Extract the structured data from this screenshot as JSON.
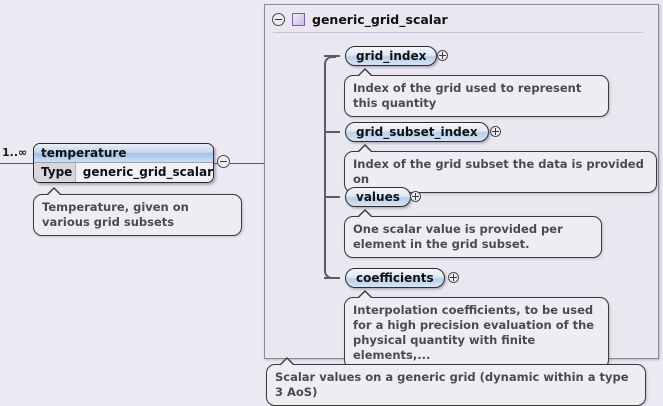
{
  "diagram": {
    "type": "xml-schema-element-diagram",
    "background_color": "#ece9f2"
  },
  "left_element": {
    "cardinality": "1..∞",
    "name": "temperature",
    "type_label": "Type",
    "type_value": "generic_grid_scalar",
    "annotation": "Temperature, given on various grid subsets",
    "collapse_icon": "minus-circle-icon"
  },
  "compositor": {
    "icon": "sequence-icon",
    "color": "#f7f3c4"
  },
  "panel": {
    "title": "generic_grid_scalar",
    "collapse_icon": "minus-circle-icon",
    "type_icon": "complex-type-swatch-icon",
    "type_icon_color": "#c9bce9",
    "annotation": "Scalar values on a generic grid (dynamic within a type 3 AoS)",
    "children": [
      {
        "name": "grid_index",
        "expand_icon": "plus-circle-icon",
        "annotation": "Index of the grid used to represent this quantity"
      },
      {
        "name": "grid_subset_index",
        "expand_icon": "plus-circle-icon",
        "annotation": "Index of the grid subset the data is provided on"
      },
      {
        "name": "values",
        "expand_icon": "plus-circle-icon",
        "annotation": "One scalar value is provided per element in the grid subset."
      },
      {
        "name": "coefficients",
        "expand_icon": "plus-circle-icon",
        "annotation": "Interpolation coefficients, to be used for a high precision evaluation of the physical quantity with finite elements,..."
      }
    ]
  }
}
